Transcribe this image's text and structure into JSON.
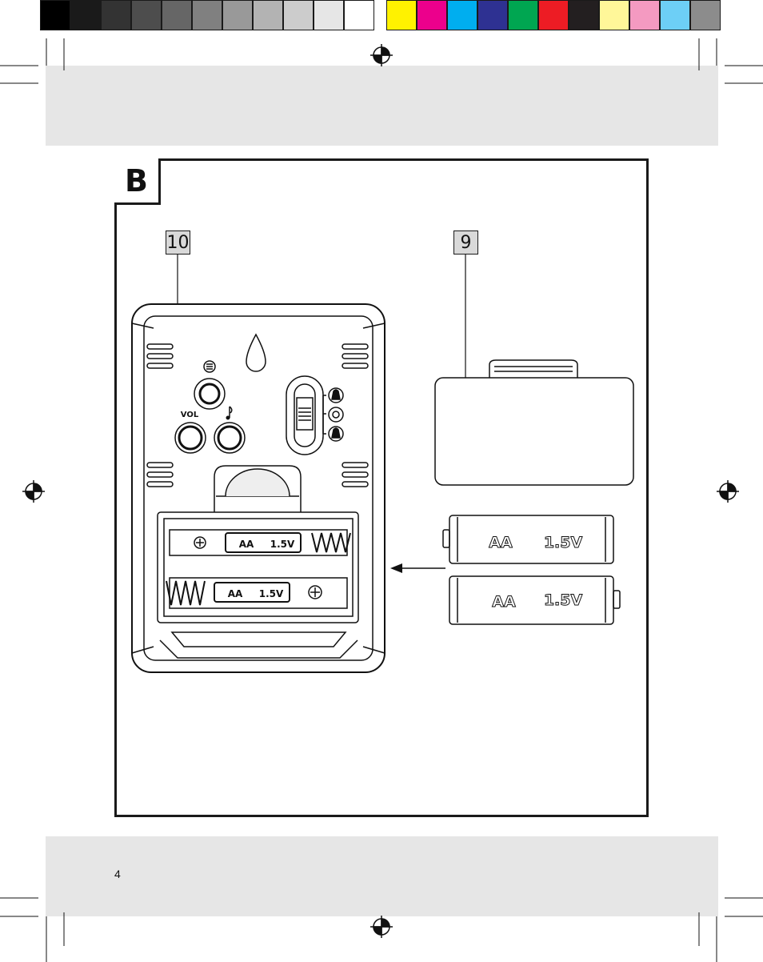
{
  "figure": {
    "section_letter": "B",
    "callouts": [
      {
        "label": "10"
      },
      {
        "label": "9"
      }
    ],
    "device": {
      "vol_label": "VOL"
    },
    "batteries": [
      {
        "type": "AA",
        "voltage": "1.5V"
      },
      {
        "type": "AA",
        "voltage": "1.5V"
      },
      {
        "type": "AA",
        "voltage": "1.5V"
      },
      {
        "type": "AA",
        "voltage": "1.5V"
      }
    ]
  },
  "footer": {
    "page_number": "4"
  },
  "print_marks": {
    "color_swatches_left": [
      "#000000",
      "#1a1a1a",
      "#333333",
      "#4d4d4d",
      "#666666",
      "#808080",
      "#999999",
      "#b3b3b3",
      "#cccccc",
      "#e6e6e6",
      "#ffffff"
    ],
    "color_swatches_right": [
      "#fff200",
      "#ec008c",
      "#00aeef",
      "#2e3192",
      "#00a651",
      "#ed1c24",
      "#231f20",
      "#fff799",
      "#f49ac1",
      "#6dcff6",
      "#8c8c8c"
    ]
  }
}
